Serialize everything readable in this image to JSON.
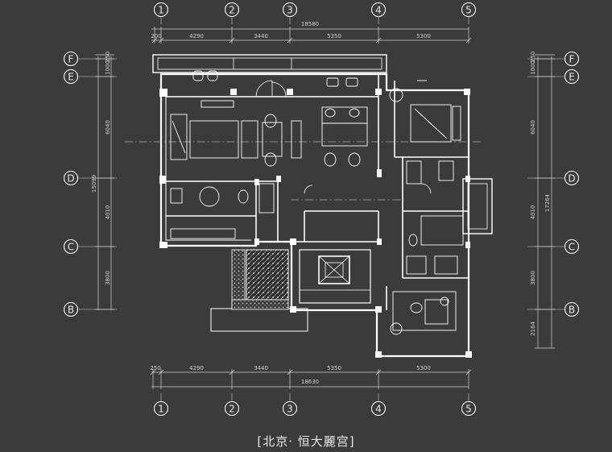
{
  "drawing": {
    "title": "[北京· 恒大麗宫]",
    "grid_columns": [
      "1",
      "2",
      "3",
      "4",
      "5"
    ],
    "grid_rows": [
      "F",
      "E",
      "D",
      "C",
      "B"
    ],
    "dims_top_total": "18580",
    "dims_top": [
      "200",
      "4290",
      "3440",
      "5350",
      "5300"
    ],
    "dims_bottom_total": "18630",
    "dims_bottom": [
      "250",
      "4290",
      "3440",
      "5350",
      "5300"
    ],
    "dims_left": [
      "250",
      "1000",
      "6040",
      "4010",
      "3800"
    ],
    "dims_left_total": "15099",
    "dims_right": [
      "250",
      "1000",
      "6040",
      "4010",
      "3800",
      "2164"
    ],
    "dims_right_total": "17264"
  },
  "colors": {
    "background": "#3b3b3b",
    "line": "#ffffff",
    "hatch": "#9a9a9a"
  }
}
